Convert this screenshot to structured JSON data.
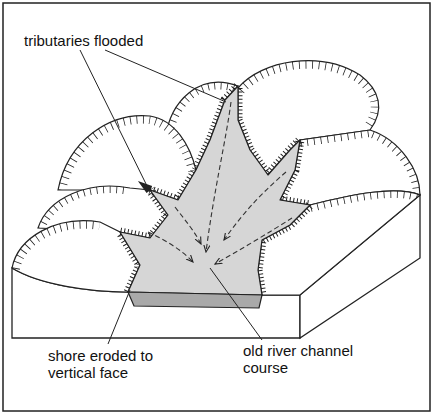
{
  "diagram": {
    "labels": [
      "tributaries flooded",
      "shore eroded to vertical face",
      "old river channel course"
    ]
  }
}
